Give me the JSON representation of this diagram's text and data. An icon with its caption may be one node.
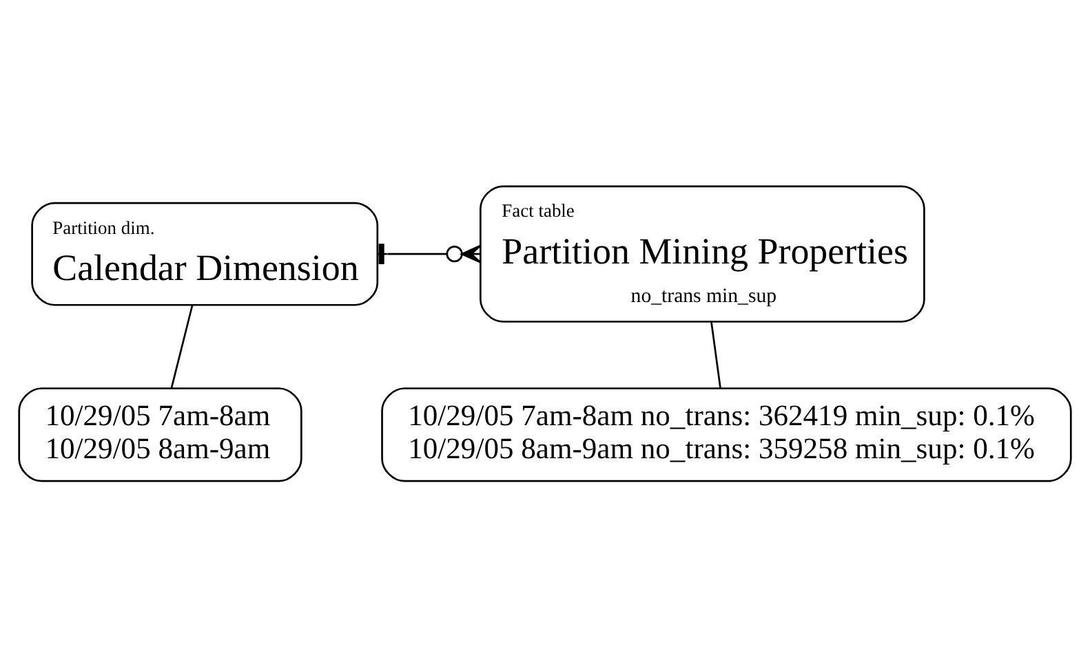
{
  "diagram": {
    "nodes": [
      {
        "text": [
          "Partition dim.",
          "Calendar Dimension"
        ]
      },
      {
        "text": [
          "Fact table",
          "Partition Mining Properties",
          "no_trans min_sup"
        ]
      },
      {
        "text": [
          "10/29/05 7am-8am",
          "10/29/05 8am-9am"
        ]
      },
      {
        "text": [
          "10/29/05 7am-8am no_trans: 362419 min_sup: 0.1%",
          "10/29/05 8am-9am no_trans: 359258 min_sup: 0.1%"
        ]
      }
    ],
    "edges": [
      {
        "from": 0,
        "to": 1,
        "arrow": "other"
      },
      {
        "from": 2,
        "to": 0,
        "arrow": "none"
      },
      {
        "from": 3,
        "to": 1,
        "arrow": "none"
      }
    ]
  }
}
